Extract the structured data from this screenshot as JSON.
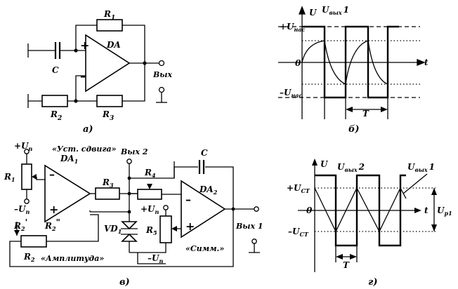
{
  "circuit_a": {
    "r1": "R",
    "r1_sub": "1",
    "da": "DA",
    "c": "C",
    "r2": "R",
    "r2_sub": "2",
    "r3": "R",
    "r3_sub": "3",
    "out": "Вых",
    "caption": "а)"
  },
  "graph_b": {
    "u_axis": "U",
    "t_axis": "t",
    "zero": "0",
    "uout_label": "U",
    "uout_sub": "вых",
    "uout_num": "1",
    "plus_label": "+U",
    "plus_sub": "нас",
    "minus_label": "–U",
    "minus_sub": "нас",
    "period": "T",
    "caption": "б)"
  },
  "circuit_v": {
    "plus_un": "+U",
    "plus_un_sub": "п",
    "minus_un": "–U",
    "minus_un_sub": "п",
    "shift_label": "«Уст. сдвига»",
    "r1": "R",
    "r1_sub": "1",
    "da1": "DA",
    "da1_sub": "1",
    "r2p": "R",
    "r2p_sub": "2",
    "r2p_mark": "'",
    "r2pp": "R",
    "r2pp_sub": "2",
    "r2pp_mark": "\"",
    "r2": "R",
    "r2_sub": "2",
    "amp_label": "«Амплитуда»",
    "out2": "Вых 2",
    "r3": "R",
    "r3_sub": "3",
    "r4": "R",
    "r4_sub": "4",
    "vd1": "VD",
    "vd1_sub": "1",
    "plus_un2": "+U",
    "plus_un2_sub": "п",
    "minus_un2": "–U",
    "minus_un2_sub": "п",
    "c": "C",
    "da2": "DA",
    "da2_sub": "2",
    "r5": "R",
    "r5_sub": "5",
    "symm_label": "«Симм.»",
    "out1": "Вых 1",
    "caption": "в)"
  },
  "graph_g": {
    "u_axis": "U",
    "t_axis": "t",
    "zero": "0",
    "uout2": "U",
    "uout2_sub": "вых",
    "uout2_num": "2",
    "uout1": "U",
    "uout1_sub": "вых",
    "uout1_num": "1",
    "plus_label": "+U",
    "plus_sub": "СТ",
    "minus_label": "–U",
    "minus_sub": "СТ",
    "up": "U",
    "up_sub": "р1",
    "period": "T",
    "caption": "г)"
  }
}
